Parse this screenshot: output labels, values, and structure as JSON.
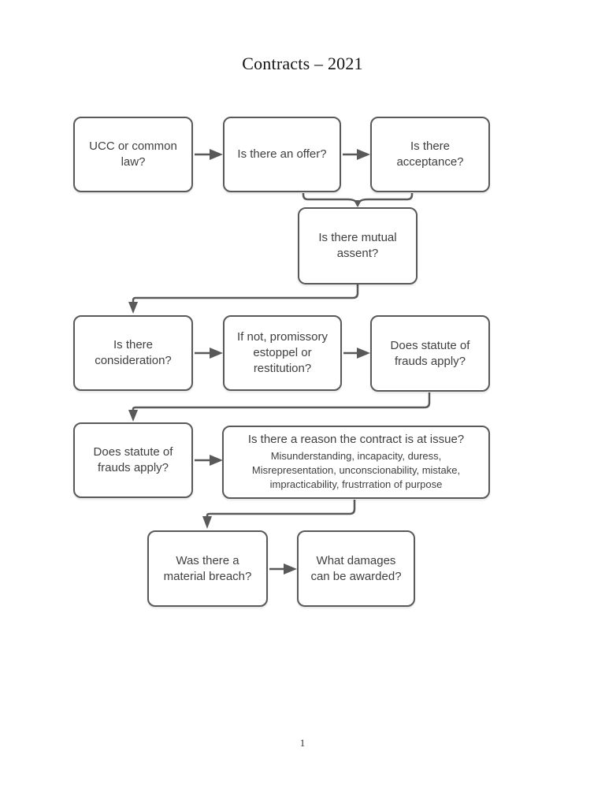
{
  "page": {
    "title": "Contracts – 2021",
    "page_number": "1"
  },
  "colors": {
    "line_gray": "#58595B",
    "node_text": "#3F3F3F",
    "node_fill": "#FFFFFF"
  },
  "nodes": [
    {
      "id": "ucc",
      "label": "UCC or common law?"
    },
    {
      "id": "offer",
      "label": "Is there an offer?"
    },
    {
      "id": "acceptance",
      "label": "Is there acceptance?"
    },
    {
      "id": "mutual-assent",
      "label": "Is there mutual assent?"
    },
    {
      "id": "consideration",
      "label": "Is there consideration?"
    },
    {
      "id": "promissory",
      "label": "If not, promissory estoppel or restitution?"
    },
    {
      "id": "statute-frauds-1",
      "label": "Does statute of frauds apply?"
    },
    {
      "id": "statute-frauds-2",
      "label": "Does statute of frauds apply?"
    },
    {
      "id": "contract-issue",
      "label": "Is there a reason the contract is at issue?",
      "sublabel": "Misunderstanding, incapacity, duress,\nMisrepresentation, unconscionability, mistake,\nimpracticability, frustrration of purpose"
    },
    {
      "id": "material-breach",
      "label": "Was there a material breach?"
    },
    {
      "id": "damages",
      "label": "What damages can be awarded?"
    }
  ],
  "edges": [
    {
      "from": "ucc",
      "to": "offer"
    },
    {
      "from": "offer",
      "to": "acceptance"
    },
    {
      "from": "offer",
      "to": "mutual-assent"
    },
    {
      "from": "acceptance",
      "to": "mutual-assent"
    },
    {
      "from": "mutual-assent",
      "to": "consideration"
    },
    {
      "from": "consideration",
      "to": "promissory"
    },
    {
      "from": "promissory",
      "to": "statute-frauds-1"
    },
    {
      "from": "statute-frauds-1",
      "to": "statute-frauds-2"
    },
    {
      "from": "statute-frauds-2",
      "to": "contract-issue"
    },
    {
      "from": "contract-issue",
      "to": "material-breach"
    },
    {
      "from": "material-breach",
      "to": "damages"
    }
  ]
}
